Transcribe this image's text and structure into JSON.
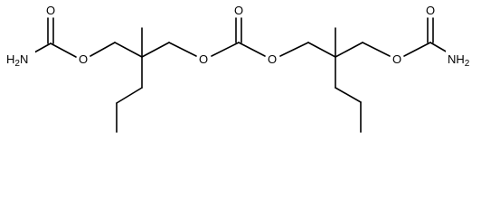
{
  "structure": {
    "atom_labels": {
      "o_carbonyl_left": "O",
      "nh2_left_main": "H",
      "nh2_left_sub": "2",
      "nh2_left_n": "N",
      "o_ether_1": "O",
      "o_ether_2": "O",
      "o_carbonyl_center": "O",
      "o_ether_3": "O",
      "o_ether_4": "O",
      "o_carbonyl_right": "O",
      "nh2_right_n": "NH",
      "nh2_right_sub": "2"
    },
    "colors": {
      "bond": "#000000",
      "label": "#000000",
      "background": "#ffffff"
    }
  }
}
